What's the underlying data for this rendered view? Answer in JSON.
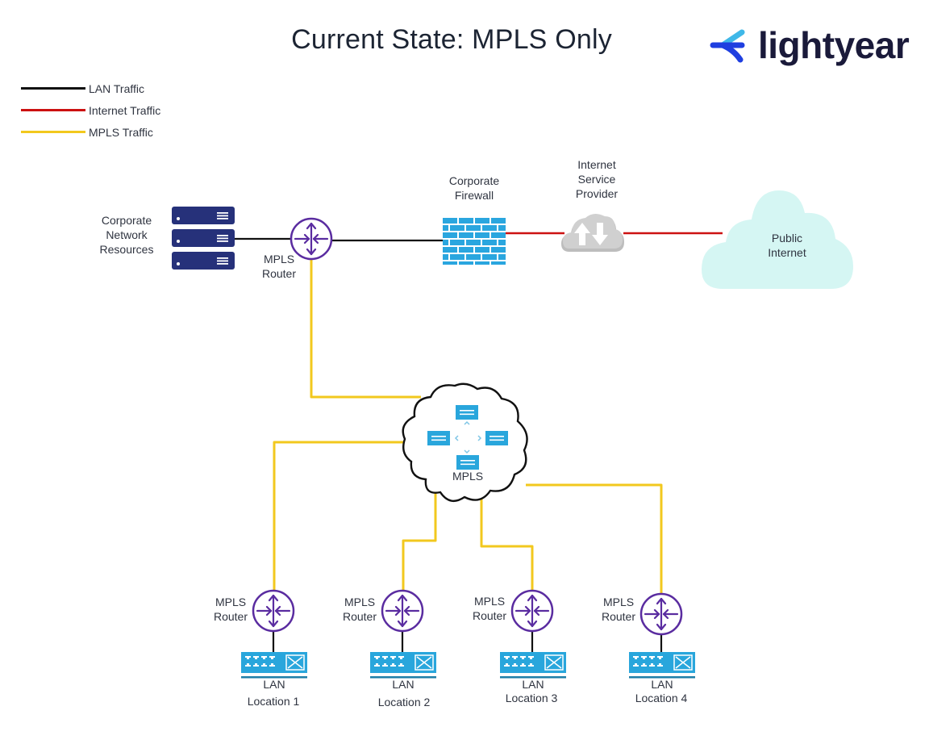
{
  "title": "Current State: MPLS Only",
  "logo": {
    "text": "lightyear",
    "icon": "lightyear-logo-icon",
    "colors": {
      "primary": "#1f3fe0",
      "secondary": "#3fb8e8",
      "text": "#1a1a3a"
    }
  },
  "legend": [
    {
      "label": "LAN Traffic",
      "color": "#111111"
    },
    {
      "label": "Internet Traffic",
      "color": "#cc1111"
    },
    {
      "label": "MPLS Traffic",
      "color": "#f2c81e"
    }
  ],
  "nodes": {
    "resources": {
      "label": "Corporate\nNetwork\nResources",
      "icon": "server-stack-icon"
    },
    "hq_router": {
      "label": "MPLS\nRouter",
      "icon": "router-icon"
    },
    "firewall": {
      "label": "Corporate\nFirewall",
      "icon": "firewall-icon"
    },
    "isp": {
      "label": "Internet\nService\nProvider",
      "icon": "cloud-upload-download-icon"
    },
    "internet": {
      "label": "Public\nInternet",
      "icon": "cloud-icon"
    },
    "mpls": {
      "label": "MPLS",
      "icon": "mpls-cloud-icon"
    }
  },
  "locations": [
    {
      "router_label": "MPLS\nRouter",
      "lan_label": "LAN",
      "location_label": "Location 1"
    },
    {
      "router_label": "MPLS\nRouter",
      "lan_label": "LAN",
      "location_label": "Location 2"
    },
    {
      "router_label": "MPLS\nRouter",
      "lan_label": "LAN",
      "location_label": "Location 3"
    },
    {
      "router_label": "MPLS\nRouter",
      "lan_label": "LAN",
      "location_label": "Location 4"
    }
  ],
  "colors": {
    "server": "#26317a",
    "router": "#5a2ca0",
    "switch": "#29a6dc",
    "firewall": "#2aa6df",
    "isp_cloud": "#c8c8c8",
    "internet_cloud": "#d5f6f3"
  }
}
